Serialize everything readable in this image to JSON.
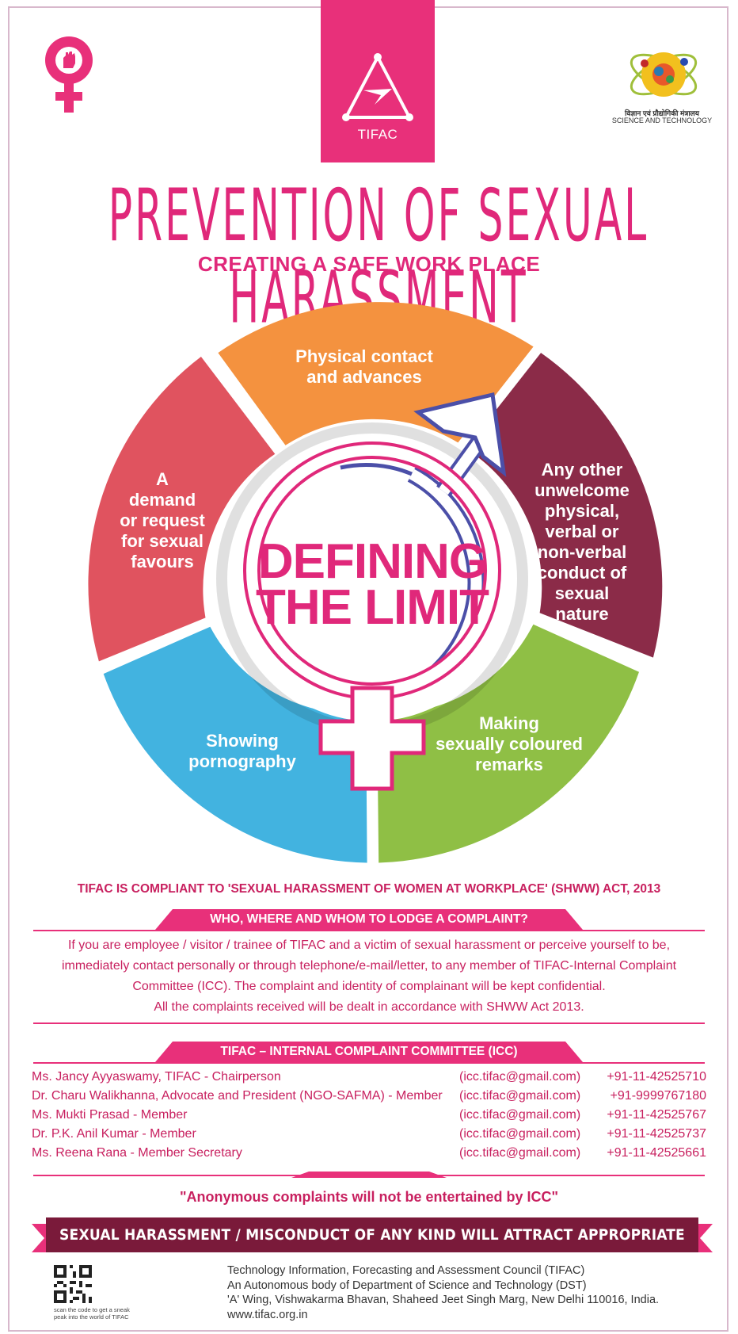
{
  "header": {
    "tifac_logo_text": "TIFAC",
    "dst_hindi": "विज्ञान एवं प्रौद्योगिकी मंत्रालय",
    "dst_english": "SCIENCE AND TECHNOLOGY"
  },
  "title": "PREVENTION OF SEXUAL HARASSMENT",
  "subtitle": "CREATING A SAFE WORK PLACE",
  "wheel": {
    "center_line1": "DEFINING",
    "center_line2": "THE LIMIT",
    "segments": [
      {
        "label_lines": [
          "Physical contact",
          "and advances"
        ],
        "color": "#f4923f"
      },
      {
        "label_lines": [
          "Any other",
          "unwelcome",
          "physical,",
          "verbal or",
          "non-verbal",
          "conduct of",
          "sexual",
          "nature"
        ],
        "color": "#8b2b48"
      },
      {
        "label_lines": [
          "Making",
          "sexually coloured",
          "remarks"
        ],
        "color": "#8fbf45"
      },
      {
        "label_lines": [
          "Showing",
          "pornography"
        ],
        "color": "#42b3e0"
      },
      {
        "label_lines": [
          "A",
          "demand",
          "or request",
          "for sexual",
          "favours"
        ],
        "color": "#e0535f"
      }
    ],
    "colors": {
      "pink": "#e0287a",
      "blue": "#4b4fa8"
    }
  },
  "compliance": "TIFAC IS COMPLIANT TO 'SEXUAL HARASSMENT OF WOMEN AT WORKPLACE' (SHWW) ACT, 2013",
  "complaint": {
    "heading": "WHO, WHERE AND WHOM TO LODGE A COMPLAINT?",
    "line1": "If you are employee / visitor / trainee of TIFAC and a victim of sexual harassment or perceive yourself to be,",
    "line2": "immediately contact personally or through telephone/e-mail/letter, to any member of TIFAC-Internal Complaint",
    "line3": "Committee (ICC). The complaint and identity of complainant will be kept confidential.",
    "line4": "All the complaints received will be dealt in accordance with SHWW Act 2013."
  },
  "committee": {
    "heading": "TIFAC – INTERNAL COMPLAINT COMMITTEE (ICC)",
    "members": [
      {
        "name": "Ms. Jancy Ayyaswamy, TIFAC - Chairperson",
        "email": "(icc.tifac@gmail.com)",
        "phone": "+91-11-42525710"
      },
      {
        "name": "Dr. Charu Walikhanna, Advocate and President (NGO-SAFMA) - Member",
        "email": "(icc.tifac@gmail.com)",
        "phone": "+91-9999767180"
      },
      {
        "name": "Ms. Mukti Prasad - Member",
        "email": "(icc.tifac@gmail.com)",
        "phone": "+91-11-42525767"
      },
      {
        "name": "Dr. P.K. Anil Kumar - Member",
        "email": "(icc.tifac@gmail.com)",
        "phone": "+91-11-42525737"
      },
      {
        "name": "Ms. Reena Rana - Member Secretary",
        "email": "(icc.tifac@gmail.com)",
        "phone": "+91-11-42525661"
      }
    ]
  },
  "anonymous_note": "\"Anonymous complaints will not be entertained by ICC\"",
  "disciplinary": "SEXUAL HARASSMENT / MISCONDUCT OF ANY KIND WILL ATTRACT APPROPRIATE DISCIPLINARY ACTION",
  "footer": {
    "qr_caption": "scan the code to get a sneak peak into the world of TIFAC",
    "line1": "Technology Information, Forecasting and Assessment Council (TIFAC)",
    "line2": "An Autonomous body of  Department of Science and Technology (DST)",
    "line3": "'A' Wing, Vishwakarma Bhavan, Shaheed Jeet Singh Marg, New Delhi 110016, India.",
    "line4": "www.tifac.org.in"
  },
  "colors": {
    "brand_pink": "#e8307a",
    "text_pink": "#c8205f",
    "dark_maroon": "#7a1a3a"
  }
}
